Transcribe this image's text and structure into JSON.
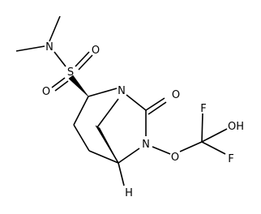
{
  "molecule": {
    "atoms": {
      "n_amine": "N",
      "s_sulfonyl": "S",
      "o_sulfonyl_right": "O",
      "o_sulfonyl_left": "O",
      "n_bridgehead": "N",
      "o_carbonyl": "O",
      "n_ring": "N",
      "o_ether": "O",
      "f_top": "F",
      "oh_hydroxyl": "OH",
      "f_bottom": "F",
      "h_stereo": "H"
    }
  }
}
